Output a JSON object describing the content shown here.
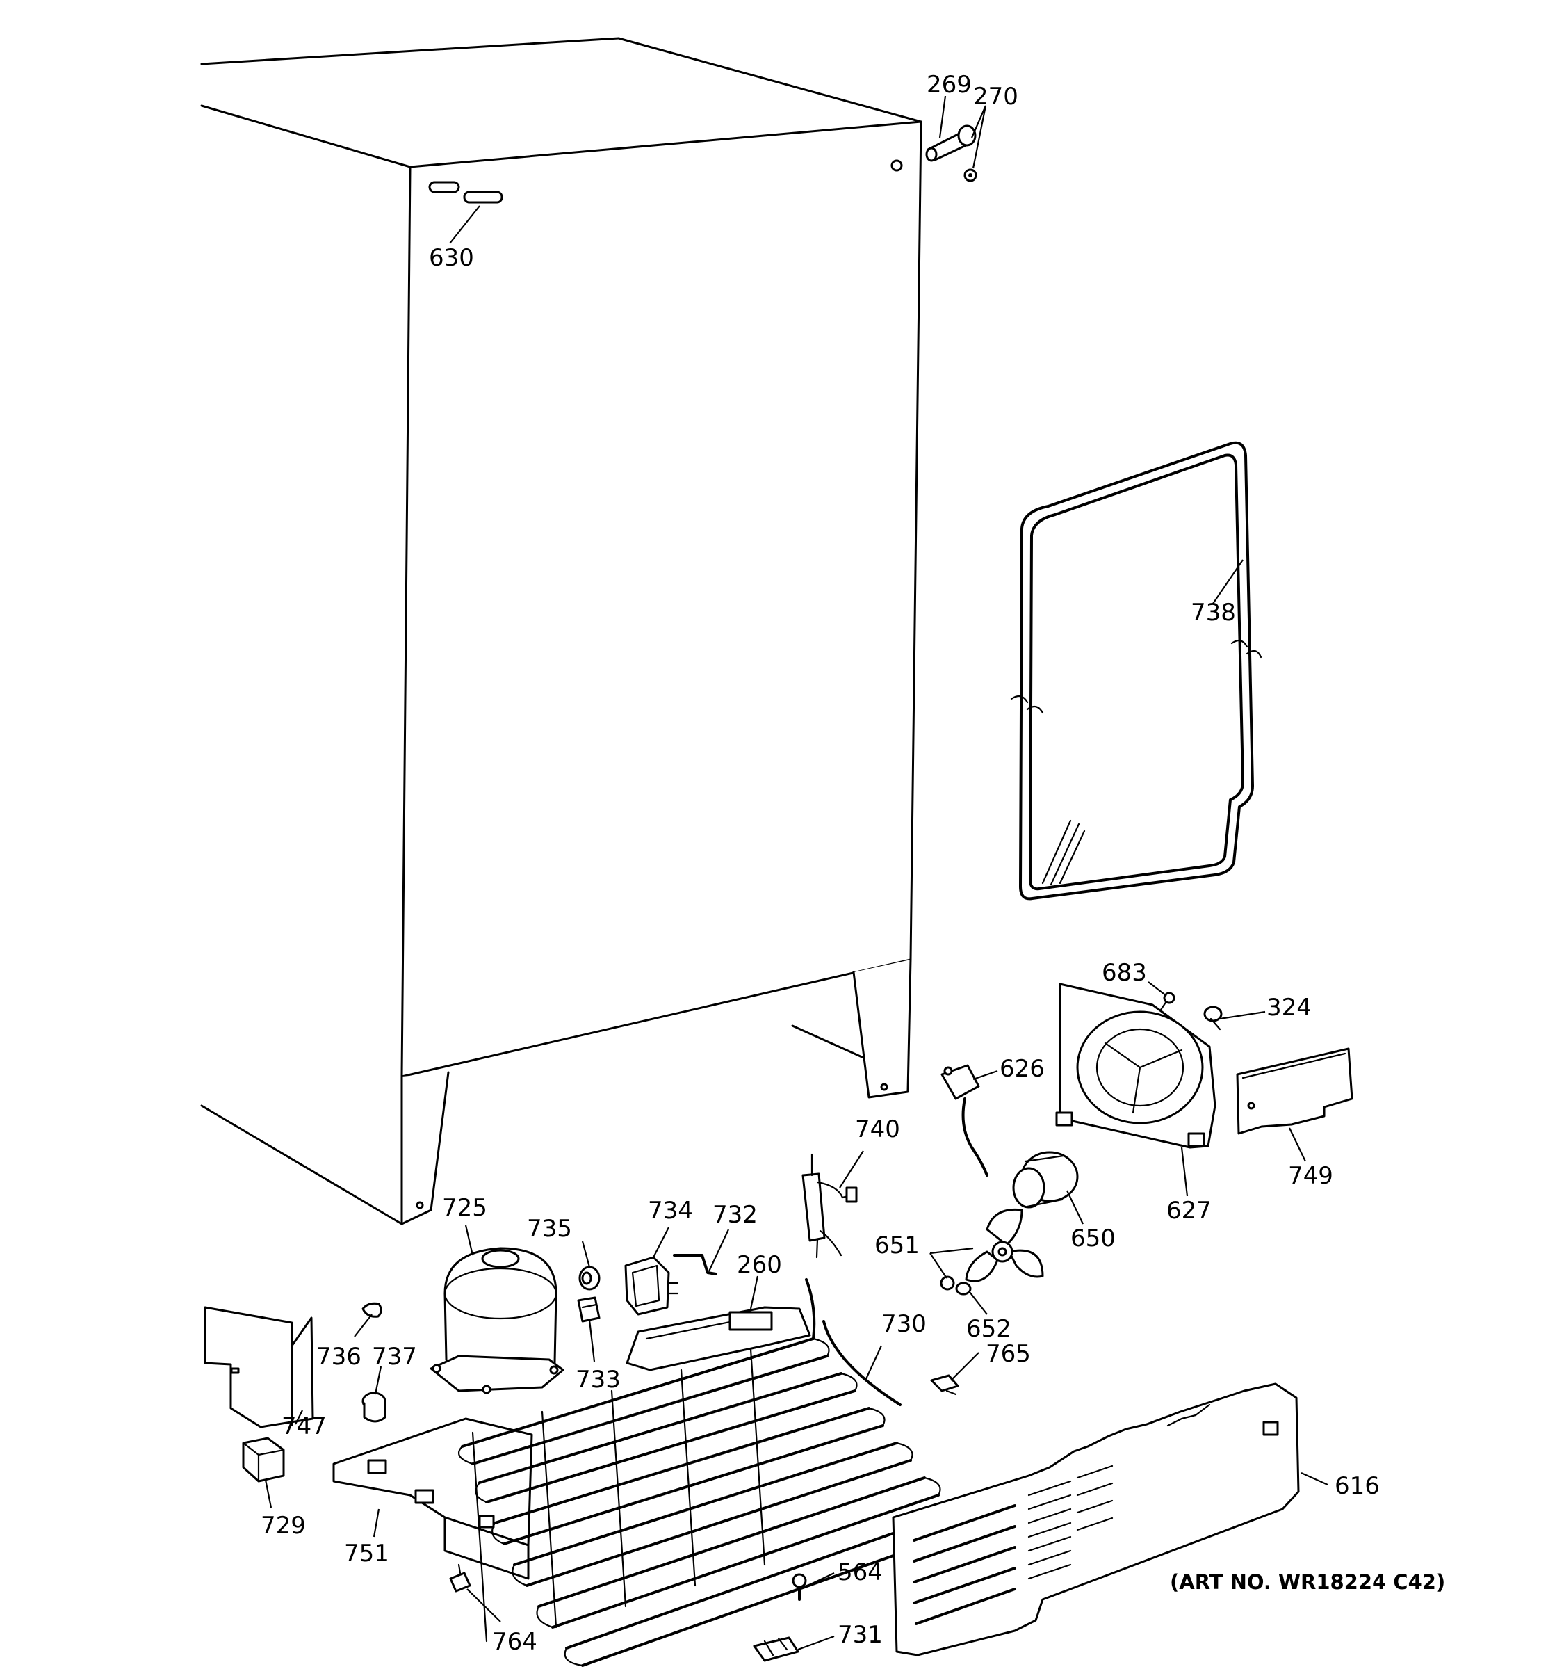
{
  "art_number": "(ART NO. WR18224 C42)",
  "callouts": {
    "c269": "269",
    "c270": "270",
    "c630": "630",
    "c738": "738",
    "c683": "683",
    "c324": "324",
    "c626": "626",
    "c740": "740",
    "c749": "749",
    "c627": "627",
    "c650": "650",
    "c725": "725",
    "c735": "735",
    "c734": "734",
    "c732": "732",
    "c260": "260",
    "c651": "651",
    "c652": "652",
    "c736": "736",
    "c737": "737",
    "c733": "733",
    "c730": "730",
    "c765": "765",
    "c747": "747",
    "c729": "729",
    "c751": "751",
    "c616": "616",
    "c564": "564",
    "c731": "731",
    "c764": "764"
  }
}
